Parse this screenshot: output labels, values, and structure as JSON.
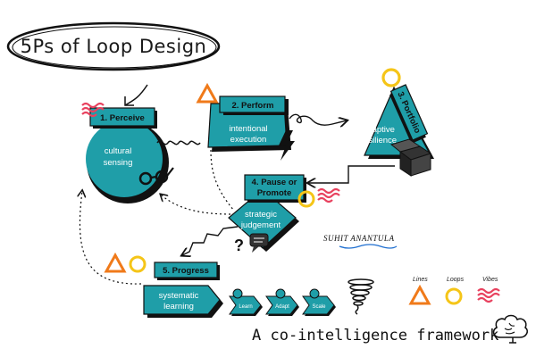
{
  "title": "5Ps of Loop Design",
  "colors": {
    "teal": "#1f9ea8",
    "teal_dark": "#17818a",
    "orange": "#f07a1a",
    "yellow": "#f5c518",
    "pink": "#e8425f",
    "ink": "#111111"
  },
  "stages": {
    "perceive": {
      "tab": "1. Perceive",
      "body_line1": "cultural",
      "body_line2": "sensing",
      "icon": "glasses-icon"
    },
    "perform": {
      "tab": "2. Perform",
      "body_line1": "intentional",
      "body_line2": "execution",
      "icon": "lightning-icon"
    },
    "portfolio": {
      "tab": "3. Portfolio",
      "body_line1": "adaptive",
      "body_line2": "resilience",
      "icon": "box-icon"
    },
    "pause": {
      "tab_line1": "4. Pause or",
      "tab_line2": "Promote",
      "body_line1": "strategic",
      "body_line2": "judgement",
      "icon": "question-icon"
    },
    "progress": {
      "tab": "5. Progress",
      "body_line1": "systematic",
      "body_line2": "learning"
    }
  },
  "steps": [
    "Learn",
    "Adapt",
    "Scale"
  ],
  "signature": "SUHIT ANANTULA",
  "legend": [
    {
      "label": "Lines",
      "icon": "triangle-icon"
    },
    {
      "label": "Loops",
      "icon": "circle-icon"
    },
    {
      "label": "Vibes",
      "icon": "squiggle-icon"
    }
  ],
  "footer": "A co-intelligence framework"
}
